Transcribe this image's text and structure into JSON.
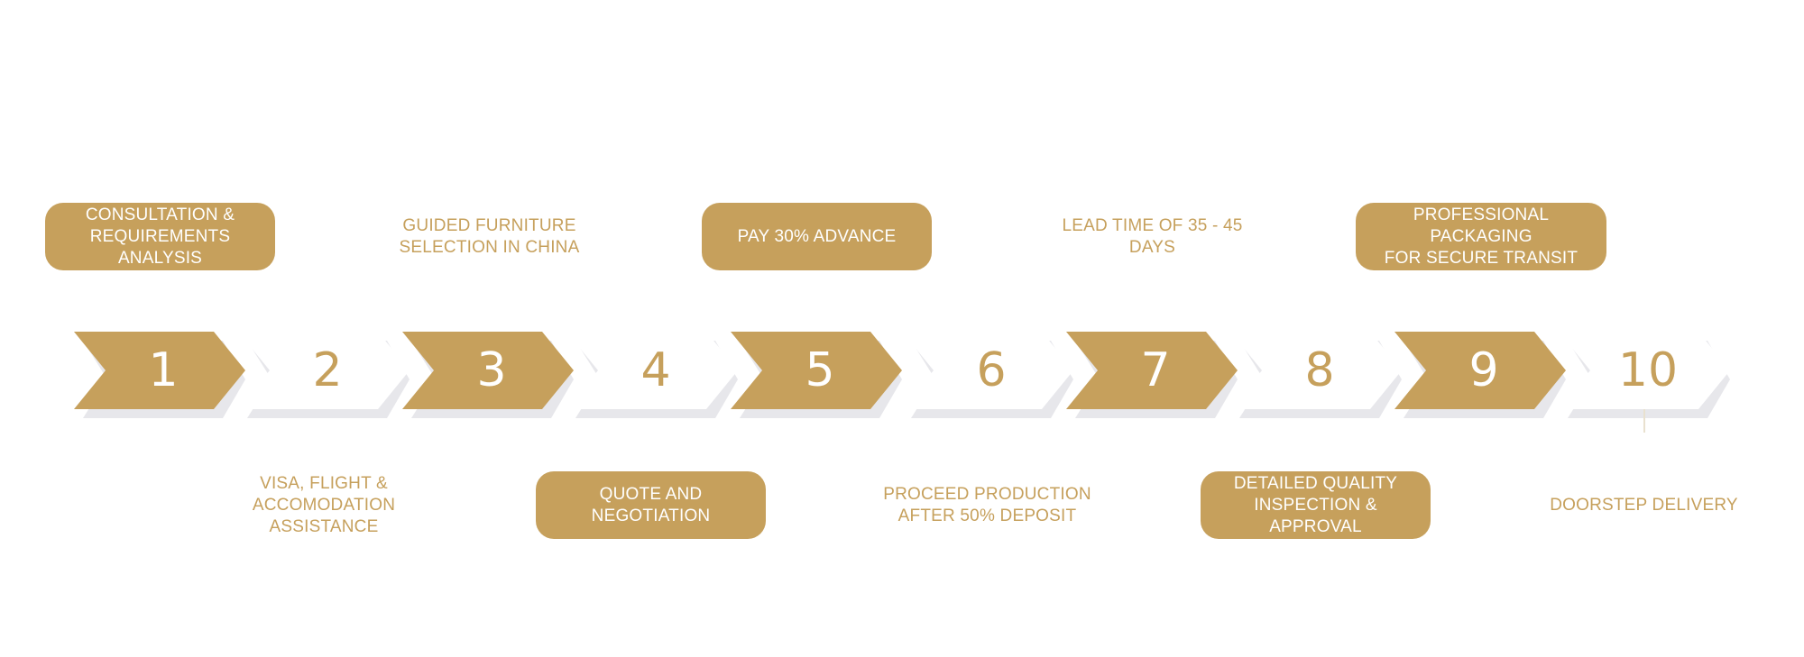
{
  "colors": {
    "accent": "#c6a05c",
    "white": "#ffffff",
    "shadow": "#c9c9d2"
  },
  "steps": [
    {
      "number": "1",
      "label": "CONSULTATION &\nREQUIREMENTS ANALYSIS",
      "label_style": "filled",
      "label_position": "top"
    },
    {
      "number": "2",
      "label": "VISA, FLIGHT &\nACCOMODATION ASSISTANCE",
      "label_style": "plain",
      "label_position": "bottom"
    },
    {
      "number": "3",
      "label": "GUIDED FURNITURE\nSELECTION IN CHINA",
      "label_style": "plain",
      "label_position": "top"
    },
    {
      "number": "4",
      "label": "QUOTE AND\nNEGOTIATION",
      "label_style": "filled",
      "label_position": "bottom"
    },
    {
      "number": "5",
      "label": "PAY 30% ADVANCE",
      "label_style": "filled",
      "label_position": "top"
    },
    {
      "number": "6",
      "label": "PROCEED PRODUCTION\nAFTER 50% DEPOSIT",
      "label_style": "plain",
      "label_position": "bottom"
    },
    {
      "number": "7",
      "label": "LEAD TIME OF 35 - 45\nDAYS",
      "label_style": "plain",
      "label_position": "top"
    },
    {
      "number": "8",
      "label": "DETAILED QUALITY\nINSPECTION & APPROVAL",
      "label_style": "filled",
      "label_position": "bottom"
    },
    {
      "number": "9",
      "label": "PROFESSIONAL PACKAGING\nFOR SECURE TRANSIT",
      "label_style": "filled",
      "label_position": "top"
    },
    {
      "number": "10",
      "label": "DOORSTEP DELIVERY",
      "label_style": "plain",
      "label_position": "bottom"
    }
  ]
}
